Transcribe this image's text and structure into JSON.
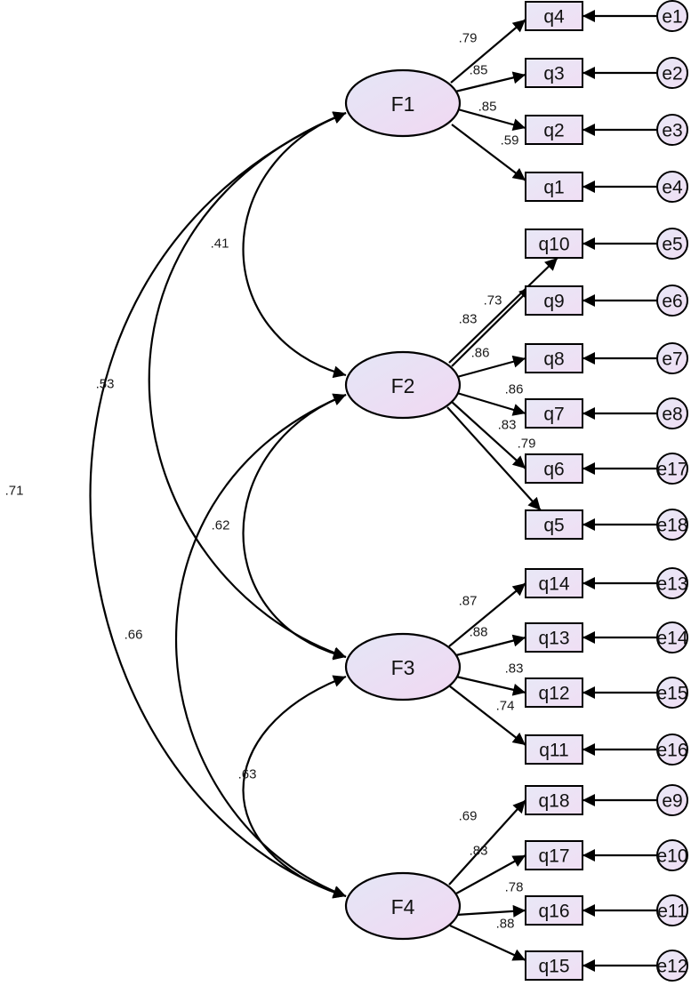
{
  "colors": {
    "line": "#000000",
    "factor_fill_start": "#e4e6f6",
    "factor_fill_end": "#f1d8f2",
    "box_fill_start": "#e8e8f6",
    "box_fill_end": "#f0def4"
  },
  "factors": [
    {
      "id": "F1",
      "label": "F1"
    },
    {
      "id": "F2",
      "label": "F2"
    },
    {
      "id": "F3",
      "label": "F3"
    },
    {
      "id": "F4",
      "label": "F4"
    }
  ],
  "indicators": [
    {
      "label": "q4",
      "factor": "F1",
      "loading": ".79",
      "error": "e1"
    },
    {
      "label": "q3",
      "factor": "F1",
      "loading": ".85",
      "error": "e2"
    },
    {
      "label": "q2",
      "factor": "F1",
      "loading": ".85",
      "error": "e3"
    },
    {
      "label": "q1",
      "factor": "F1",
      "loading": ".59",
      "error": "e4"
    },
    {
      "label": "q10",
      "factor": "F2",
      "loading": ".73",
      "error": "e5"
    },
    {
      "label": "q9",
      "factor": "F2",
      "loading": ".83",
      "error": "e6"
    },
    {
      "label": "q8",
      "factor": "F2",
      "loading": ".86",
      "error": "e7"
    },
    {
      "label": "q7",
      "factor": "F2",
      "loading": ".86",
      "error": "e8"
    },
    {
      "label": "q6",
      "factor": "F2",
      "loading": ".83",
      "error": "e17"
    },
    {
      "label": "q5",
      "factor": "F2",
      "loading": ".79",
      "error": "e18"
    },
    {
      "label": "q14",
      "factor": "F3",
      "loading": ".87",
      "error": "e13"
    },
    {
      "label": "q13",
      "factor": "F3",
      "loading": ".88",
      "error": "e14"
    },
    {
      "label": "q12",
      "factor": "F3",
      "loading": ".83",
      "error": "e15"
    },
    {
      "label": "q11",
      "factor": "F3",
      "loading": ".74",
      "error": "e16"
    },
    {
      "label": "q18",
      "factor": "F4",
      "loading": ".69",
      "error": "e9"
    },
    {
      "label": "q17",
      "factor": "F4",
      "loading": ".83",
      "error": "e10"
    },
    {
      "label": "q16",
      "factor": "F4",
      "loading": ".78",
      "error": "e11"
    },
    {
      "label": "q15",
      "factor": "F4",
      "loading": ".88",
      "error": "e12"
    }
  ],
  "correlations": [
    {
      "from": "F1",
      "to": "F2",
      "value": ".41"
    },
    {
      "from": "F1",
      "to": "F3",
      "value": ".53"
    },
    {
      "from": "F1",
      "to": "F4",
      "value": ".71"
    },
    {
      "from": "F2",
      "to": "F3",
      "value": ".62"
    },
    {
      "from": "F2",
      "to": "F4",
      "value": ".66"
    },
    {
      "from": "F3",
      "to": "F4",
      "value": ".63"
    }
  ]
}
